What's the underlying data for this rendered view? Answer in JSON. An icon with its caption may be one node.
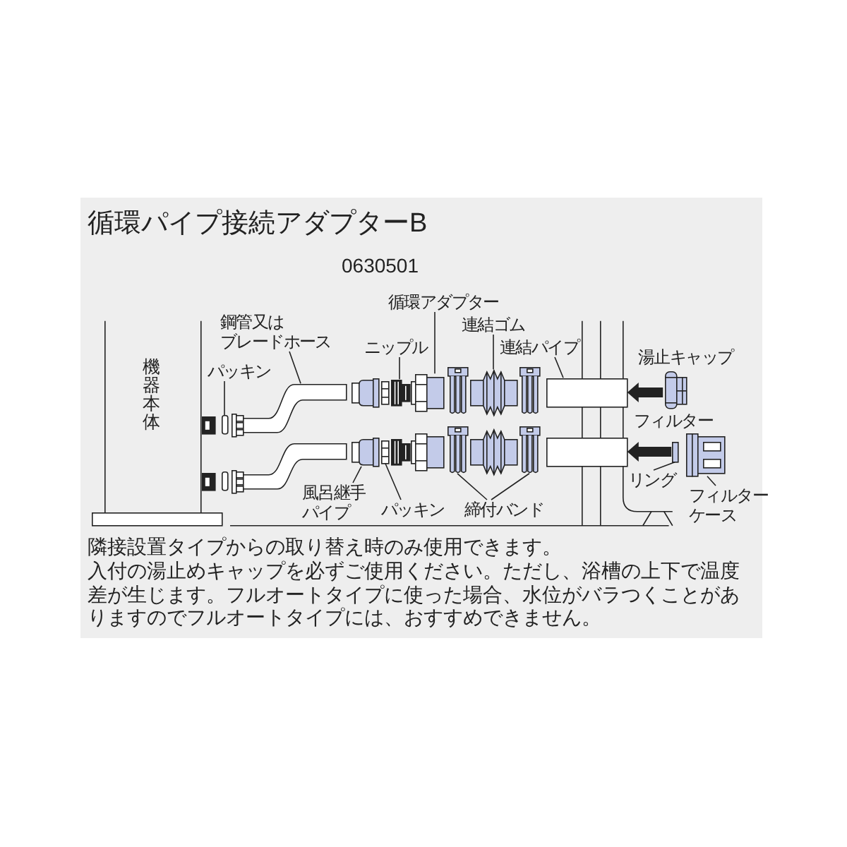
{
  "diagram": {
    "title": "循環パイプ接続アダプターB",
    "nodes": [
      {
        "text": [
          "機器本体"
        ]
      },
      {
        "text": [
          "循環アダプター"
        ]
      },
      {
        "text": [
          "連結ゴム"
        ]
      },
      {
        "text": [
          "鋼管又はブレードホース"
        ]
      },
      {
        "text": [
          "ニップル"
        ]
      },
      {
        "text": [
          "連結パイプ"
        ]
      },
      {
        "text": [
          "パッキン"
        ]
      },
      {
        "text": [
          "風呂継手パイプ"
        ]
      },
      {
        "text": [
          "パッキン"
        ]
      },
      {
        "text": [
          "締付バンド"
        ]
      },
      {
        "text": [
          "リング"
        ]
      },
      {
        "text": [
          "フィルターケース"
        ]
      },
      {
        "text": [],
        "shape": "picture"
      },
      {
        "text": [],
        "shape": "picture"
      },
      {
        "text": [],
        "shape": "picture"
      },
      {
        "text": [],
        "shape": "picture"
      },
      {
        "text": [],
        "shape": "box"
      },
      {
        "text": [],
        "shape": "box"
      },
      {
        "text": [],
        "shape": "picture"
      },
      {
        "text": [],
        "shape": "picture"
      },
      {
        "text": [],
        "shape": "picture"
      },
      {
        "text": [],
        "shape": "picture"
      },
      {
        "text": [],
        "shape": "box"
      },
      {
        "text": [],
        "shape": "picture"
      },
      {
        "text": [],
        "shape": "picture"
      },
      {
        "text": [],
        "shape": "picture"
      },
      {
        "text": [],
        "shape": "picture"
      },
      {
        "text": [],
        "shape": "picture"
      },
      {
        "text": [],
        "shape": "picture"
      },
      {
        "text": [],
        "shape": "box"
      },
      {
        "text": [],
        "shape": "picture"
      },
      {
        "text": [],
        "shape": "picture"
      },
      {
        "text": [],
        "shape": "picture"
      },
      {
        "text": [],
        "shape": "picture"
      },
      {
        "text": [],
        "shape": "box"
      }
    ],
    "edges": [
      {
        "from": 1,
        "to": 12,
        "arrow": "none"
      },
      {
        "from": 2,
        "to": 13,
        "arrow": "none"
      },
      {
        "from": 3,
        "to": 14,
        "arrow": "none"
      },
      {
        "from": 4,
        "to": 15,
        "arrow": "none"
      },
      {
        "from": 5,
        "to": 16,
        "arrow": "none"
      },
      {
        "from": 6,
        "to": 17,
        "arrow": "none"
      },
      {
        "from": 7,
        "to": 18,
        "arrow": "none"
      },
      {
        "from": 8,
        "to": 19,
        "arrow": "none"
      },
      {
        "from": 9,
        "to": 20,
        "arrow": "none"
      },
      {
        "from": 9,
        "to": 21,
        "arrow": "none"
      },
      {
        "from": 10,
        "to": 22,
        "arrow": "none"
      },
      {
        "from": 11,
        "to": 23,
        "arrow": "none"
      },
      {
        "from": 28,
        "to": 16,
        "arrow": "to",
        "style": "thick"
      },
      {
        "from": 22,
        "to": 34,
        "arrow": "to",
        "style": "thick"
      }
    ],
    "labels": [
      "0630501",
      "湯止キャップ",
      "フィルター",
      "隣接設置タイプからの取り替え時のみ使用できます。",
      "入付の湯止めキャップを必ずご使用ください。ただし、浴槽の上下で温度差が生じます。フルオートタイプに使った場合、水位がバラつくことがありますのでフルオートタイプには、おすすめできません。"
    ]
  }
}
